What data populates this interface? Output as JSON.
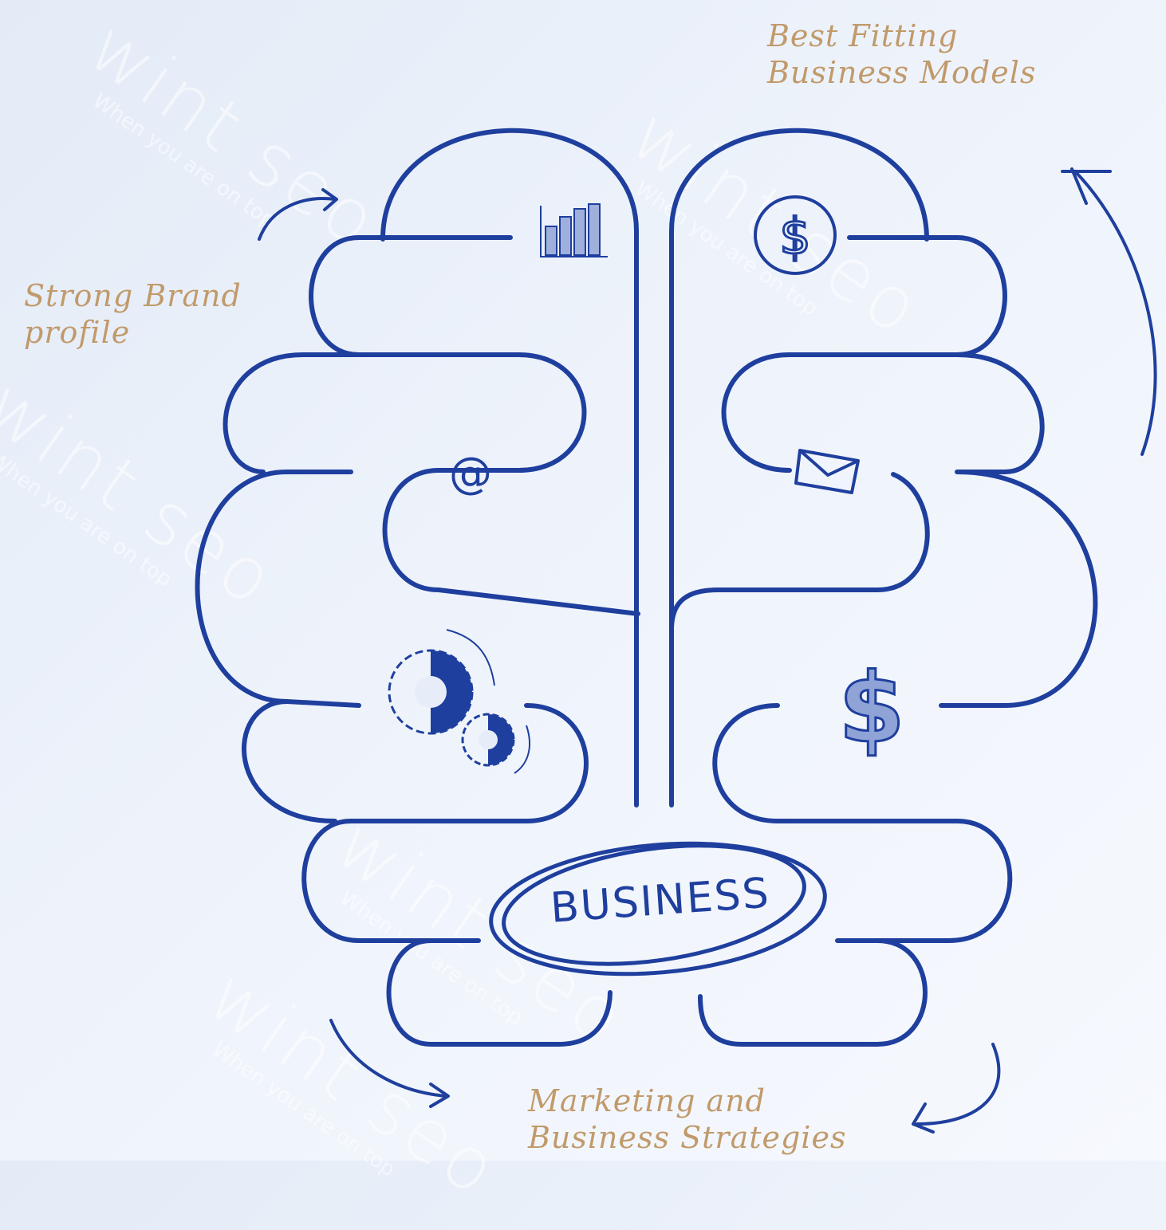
{
  "labels": {
    "top_right": [
      "Best Fitting",
      "Business Models"
    ],
    "left": [
      "Strong Brand",
      "profile"
    ],
    "bottom": [
      "Marketing and",
      "Business Strategies"
    ]
  },
  "center_label": "BUSINESS",
  "watermark": {
    "brand": "wint seo",
    "tagline": "When you are on top"
  },
  "icons": [
    "bar-chart-icon",
    "dollar-coin-icon",
    "at-sign-icon",
    "envelope-icon",
    "gears-icon",
    "dollar-sign-icon"
  ],
  "colors": {
    "line": "#1f3f9e",
    "label": "#c19a6b",
    "background": "#e8eef8"
  }
}
